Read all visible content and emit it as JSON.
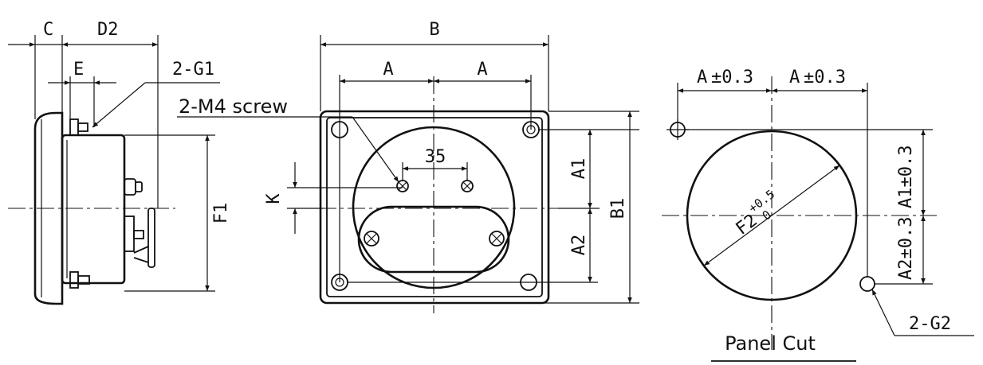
{
  "side_view": {
    "dim_c": "C",
    "dim_d2": "D2",
    "dim_e": "E",
    "dim_g1": "2-G1",
    "dim_f1": "F1"
  },
  "front_view": {
    "dim_b": "B",
    "dim_a_left": "A",
    "dim_a_right": "A",
    "screw_note": "2-M4 screw",
    "dim_35": "35",
    "dim_k": "K",
    "dim_a1": "A1",
    "dim_a2": "A2",
    "dim_b1": "B1"
  },
  "panel_cut": {
    "dim_a_left": "A",
    "dim_a_right": "A",
    "tol_a": "±0.3",
    "dim_a1": "A1",
    "tol_a1": "±0.3",
    "dim_a2": "A2",
    "tol_a2": "±0.3",
    "dim_f2": "F2",
    "tol_f2_upper": "+0.5",
    "tol_f2_lower": "0",
    "dim_g2": "2-G2",
    "caption": "Panel Cut"
  }
}
